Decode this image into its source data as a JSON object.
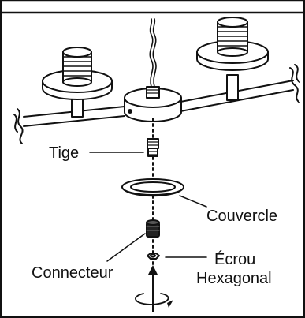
{
  "labels": {
    "rod": "Tige",
    "cover": "Couvercle",
    "connector": "Connecteur",
    "nut_line1": "Écrou",
    "nut_line2": "Hexagonal"
  },
  "colors": {
    "ink": "#111111",
    "background": "#ffffff",
    "fill": "#ffffff"
  }
}
